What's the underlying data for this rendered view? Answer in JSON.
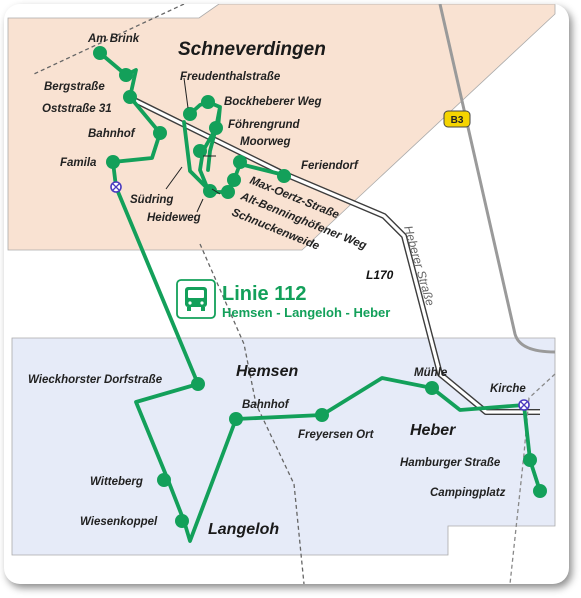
{
  "towns": {
    "schneverdingen": "Schneverdingen",
    "hemsen": "Hemsen",
    "heber": "Heber",
    "langeloh": "Langeloh"
  },
  "roads": {
    "b3": "B3",
    "l170": "L170",
    "heberer_strasse": "Heberer Straße"
  },
  "line": {
    "name": "Linie 112",
    "route": "Hemsen - Langeloh - Heber",
    "icon": "bus-icon"
  },
  "stops": {
    "am_brink": "Am Brink",
    "bergstrasse": "Bergstraße",
    "oststrasse": "Oststraße 31",
    "bahnhof_s": "Bahnhof",
    "famila": "Famila",
    "suedring": "Südring",
    "heideweg": "Heideweg",
    "freudenthal": "Freudenthalstraße",
    "bockheberer": "Bockheberer Weg",
    "foehrengrund": "Föhrengrund",
    "moorweg": "Moorweg",
    "feriendorf": "Feriendorf",
    "max_oertz": "Max-Oertz-Straße",
    "alt_benning": "Alt-Benninghöfener Weg",
    "schnucken": "Schnuckenweide",
    "wieckhorster": "Wieckhorster Dorfstraße",
    "bahnhof_h": "Bahnhof",
    "freyersen": "Freyersen Ort",
    "muehle": "Mühle",
    "kirche": "Kirche",
    "hamburger": "Hamburger Straße",
    "camping": "Campingplatz",
    "witteberg": "Witteberg",
    "wiesenkoppel": "Wiesenkoppel"
  },
  "colors": {
    "route": "#13a05a",
    "schneverdingen_area": "#f9e2d2",
    "rural_area": "#e6ebf8",
    "road": "#9a9a9a",
    "rail": "#666666",
    "b3_badge": "#f5d400"
  }
}
